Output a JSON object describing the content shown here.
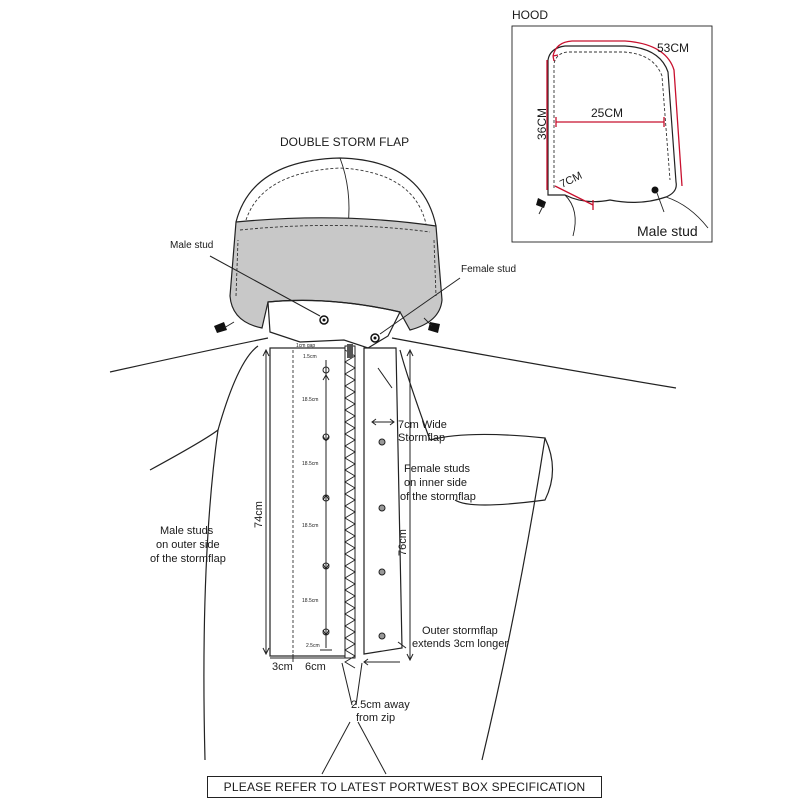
{
  "hood_panel": {
    "title": "HOOD",
    "perimeter": "53CM",
    "width": "25CM",
    "height": "36CM",
    "opening": "7CM",
    "male_stud": "Male stud"
  },
  "main": {
    "title": "DOUBLE STORM FLAP",
    "male_stud": "Male stud",
    "female_stud": "Female stud",
    "stormflap_width_line1": "7cm Wide",
    "stormflap_width_line2": "Stormflap",
    "female_studs_line1": "Female studs",
    "female_studs_line2": "on inner side",
    "female_studs_line3": "of the stormflap",
    "male_studs_line1": "Male studs",
    "male_studs_line2": "on outer side",
    "male_studs_line3": "of the stormflap",
    "length_74": "74cm",
    "length_76": "76cm",
    "outer_line1": "Outer stormflap",
    "outer_line2": "extends 3cm longer",
    "away_line1": "2.5cm away",
    "away_line2": "from zip",
    "width_3": "3cm",
    "width_6": "6cm",
    "gap_top": "1cm gap",
    "spacing_first": "1.5cm",
    "spacing_mid": [
      "18.5cm",
      "18.5cm",
      "18.5cm",
      "18.5cm"
    ],
    "spacing_last": "2.5cm"
  },
  "footer": "PLEASE REFER TO LATEST PORTWEST BOX SPECIFICATION",
  "colors": {
    "measure": "#c8102e",
    "collar_fill": "#c8c8c8",
    "ink": "#222222"
  }
}
